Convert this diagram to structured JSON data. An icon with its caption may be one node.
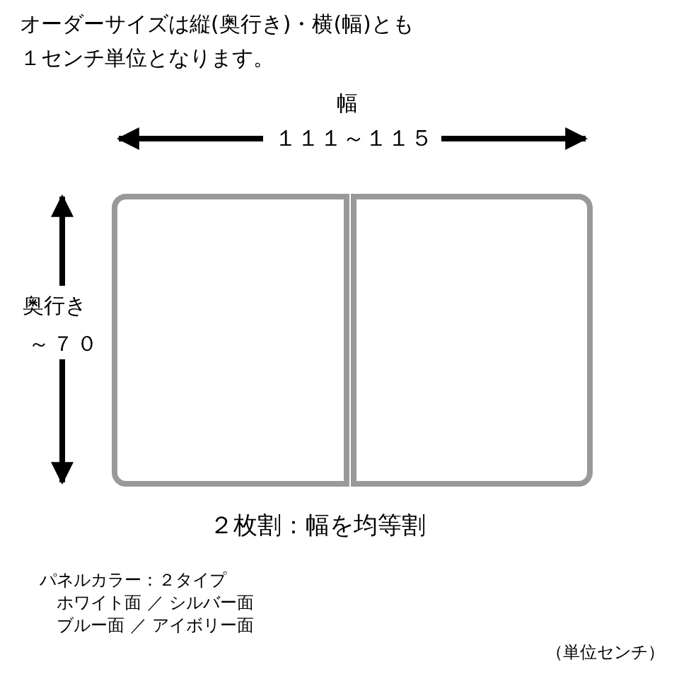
{
  "diagram": {
    "nodes": [
      {
        "text": [],
        "shape": "box"
      },
      {
        "text": [],
        "shape": "box"
      }
    ],
    "labels": [
      "オーダーサイズは縦(奥行き)・横(幅)とも１センチ単位となります。",
      "幅",
      "１１１～１１５",
      "奥行き",
      "～７０",
      "２枚割：幅を均等割",
      "パネルカラー：２タイプ",
      "ホワイト面 ／ シルバー面",
      "ブルー面 ／ アイボリー面",
      "（単位センチ）"
    ]
  }
}
